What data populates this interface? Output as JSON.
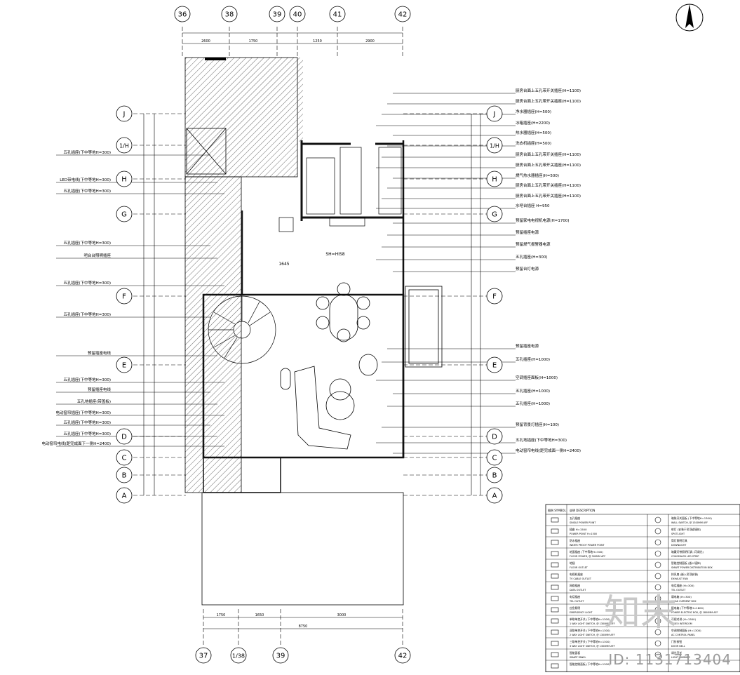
{
  "grid_top": [
    "36",
    "38",
    "39",
    "40",
    "41",
    "42"
  ],
  "grid_bottom": [
    "37",
    "1/38",
    "39",
    "42"
  ],
  "grid_rows": [
    "J",
    "1/H",
    "H",
    "G",
    "F",
    "E",
    "D",
    "C",
    "B",
    "A"
  ],
  "north_icon": "north-arrow-icon",
  "left_notes": [
    "五孔插座(下中等地H=300)",
    "LED带电线(下中等地H=300)",
    "五孔插座(下中等地H=300)",
    "五孔插座(下中等地H=300)",
    "吧台台照明插座",
    "五孔插座(下中等地H=300)",
    "五孔插座(下中等地H=300)",
    "预留插座电线",
    "五孔插座(下中等地H=300)",
    "预留插座电线",
    "五孔地插座(带盖板)",
    "电动窗帘插座(下中等地H=300)",
    "五孔插座(下中等地H=300)",
    "五孔插座(下中等地H=300)",
    "电动窗帘电线(距完成面下一侧H=2400)"
  ],
  "right_notes": [
    "厨房台面上五孔带开关插座(H=1100)",
    "厨房台面上五孔带开关插座(H=1100)",
    "净水器插座(H=500)",
    "冰箱插座(H=2200)",
    "热水器插座(H=500)",
    "洗衣机插座(H=500)",
    "厨房台面上五孔带开关插座(H=1100)",
    "厨房台面上五孔带开关插座(H=1100)",
    "燃气热水器插座(H=500)",
    "厨房台面上五孔带开关插座(H=1100)",
    "厨房台面上五孔带开关插座(H=1100)",
    "水吧台插座 H=950",
    "预留家电电视机电源(H=1700)",
    "预留插座电源",
    "预留燃气报警器电源",
    "五孔插座(H=300)",
    "预留台灯电源",
    "预留插座电源",
    "五孔插座(H=1000)",
    "空调插座面板(H=1000)",
    "五孔插座(H=1000)",
    "五孔插座(H=1000)",
    "预留背景灯插座(H=100)",
    "五孔地插座(下中等地H=300)",
    "电动窗帘电线(距完成面一侧H=2400)"
  ],
  "plan_labels": {
    "counter_label": "SH=HIS8",
    "dim_label": "1645"
  },
  "dims_top": [
    "2600",
    "1750",
    "1250",
    "2900"
  ],
  "dims_bottom": [
    "1750",
    "1650",
    "3000"
  ],
  "dims_bottom_total": "8750",
  "legend": {
    "header_symbol": "图例 SYMBOL",
    "header_desc": "说明 DESCRIPTION",
    "rows": [
      {
        "left_cn": "五孔插座",
        "left_en": "SINGLE POWER POINT",
        "right_cn": "暗装开关面板 (下中等地H=1300)",
        "right_en": "WALL SWITCH, @ 1300MM AFF"
      },
      {
        "left_cn": "插座 H=1500",
        "left_en": "POWER POINT H=1500",
        "right_cn": "射灯 (安装于吊顶或墙体)",
        "right_en": "SPOTLIGHT"
      },
      {
        "left_cn": "防水插座",
        "left_en": "WATER PROOF POWER POINT",
        "right_cn": "筒灯照明灯具",
        "right_en": "DOWNLIGHT"
      },
      {
        "left_cn": "地面插座 (下中等地H=300)",
        "left_en": "FLOOR POWER, @ 300MM AFF",
        "right_cn": "暗藏灯带照明灯具 (可调光)",
        "right_en": "CONCEALED LED STRIP"
      },
      {
        "left_cn": "地插",
        "left_en": "FLOOR OUTLET",
        "right_cn": "智能控制面板 (嵌入墙体)",
        "right_en": "SMART POWER DISTRIBUTION BOX"
      },
      {
        "left_cn": "电视机插座",
        "left_en": "TV CABLE OUTLET",
        "right_cn": "排风扇 (嵌入吊顶安装)",
        "right_en": "EXHAUST FAN"
      },
      {
        "left_cn": "网络插座",
        "left_en": "DATA OUTLET",
        "right_cn": "电话插座 (H=300)",
        "right_en": "TEL OUTLET"
      },
      {
        "left_cn": "电话插座",
        "left_en": "TEL OUTLET",
        "right_cn": "弱电箱 (H=300)",
        "right_en": "WEAK CURRENT BOX"
      },
      {
        "left_cn": "应急照明",
        "left_en": "EMERGENCY LIGHT",
        "right_cn": "配电箱 (下中等地H=1800)",
        "right_en": "POWER ELECTRIC BOX, @ 1800MM AFF"
      },
      {
        "left_cn": "单联单控开关 (下中等地H=1300)",
        "left_en": "1 WAY LIGHT SWITCH, @ 1300MM AFF",
        "right_cn": "可视对讲 (H=1500)",
        "right_en": "VIDEO INTERCOM"
      },
      {
        "left_cn": "双联单控开关 (下中等地H=1300)",
        "left_en": "2 WAY LIGHT SWITCH, @ 1300MM AFF",
        "right_cn": "空调控制面板 (H=1300)",
        "right_en": "AC CONTROL PANEL"
      },
      {
        "left_cn": "三联单控开关 (下中等地H=1300)",
        "left_en": "3 WAY LIGHT SWITCH, @ 1300MM AFF",
        "right_cn": "门铃按钮",
        "right_en": "DOOR BELL"
      },
      {
        "left_cn": "智能面板",
        "left_en": "SMART PANEL",
        "right_cn": "调光开关",
        "right_en": "LIGHT DIMMING"
      },
      {
        "left_cn": "智能控制面板 (下中等地H=1300)",
        "left_en": "",
        "right_cn": "",
        "right_en": ""
      }
    ]
  },
  "watermark_text": "ID: 1131713404",
  "watermark_logo": "知末",
  "colors": {
    "line": "#000000",
    "hatch": "#333333",
    "wall": "#111111",
    "watermark": "#d6d6d6"
  }
}
